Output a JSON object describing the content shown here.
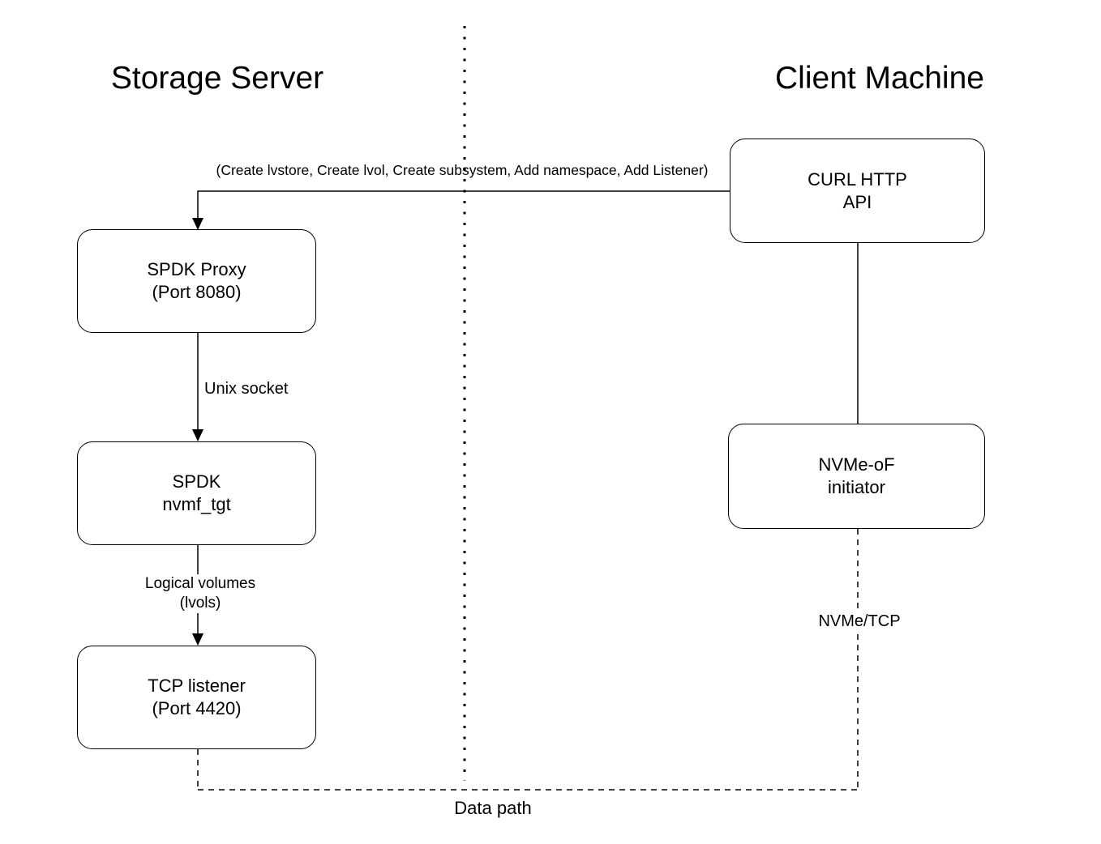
{
  "diagram": {
    "left_section": {
      "title": "Storage Server"
    },
    "right_section": {
      "title": "Client Machine"
    },
    "nodes": {
      "spdk_proxy": {
        "line1": "SPDK Proxy",
        "line2": "(Port 8080)"
      },
      "spdk_nvmf_tgt": {
        "line1": "SPDK",
        "line2": "nvmf_tgt"
      },
      "tcp_listener": {
        "line1": "TCP listener",
        "line2": "(Port 4420)"
      },
      "curl_http_api": {
        "line1": "CURL HTTP",
        "line2": "API"
      },
      "nvme_of_initiator": {
        "line1": "NVMe-oF",
        "line2": "initiator"
      }
    },
    "edges": {
      "api_commands": "(Create lvstore, Create lvol, Create subsystem, Add namespace, Add Listener)",
      "unix_socket": "Unix socket",
      "logical_volumes_line1": "Logical volumes",
      "logical_volumes_line2": "(lvols)",
      "nvme_tcp": "NVMe/TCP",
      "data_path": "Data path"
    },
    "colors": {
      "background": "#ffffff",
      "stroke": "#000000",
      "text": "#000000"
    }
  }
}
